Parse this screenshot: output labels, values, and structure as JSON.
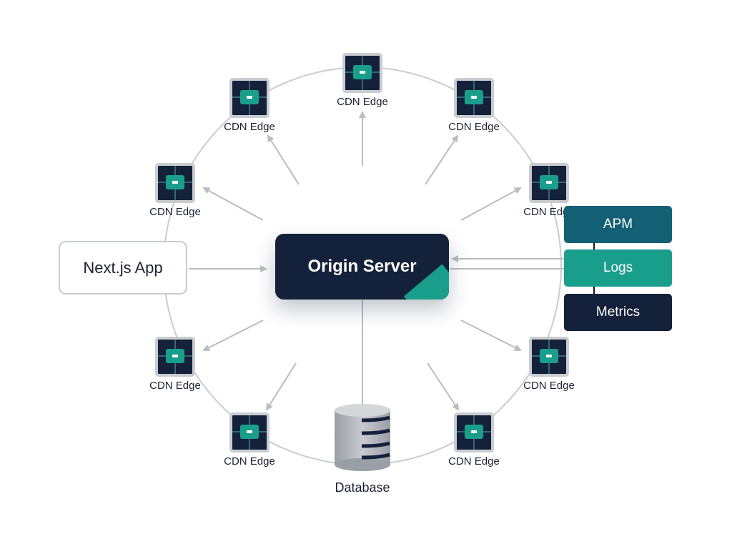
{
  "origin": {
    "label": "Origin Server"
  },
  "client": {
    "label": "Next.js App"
  },
  "database": {
    "label": "Database"
  },
  "monitoring": [
    {
      "key": "apm",
      "label": "APM",
      "color": "#136074"
    },
    {
      "key": "logs",
      "label": "Logs",
      "color": "#1a9e8c"
    },
    {
      "key": "metrics",
      "label": "Metrics",
      "color": "#14213a"
    }
  ],
  "edges": [
    {
      "label": "CDN Edge",
      "position": "top"
    },
    {
      "label": "CDN Edge",
      "position": "top-right"
    },
    {
      "label": "CDN Edge",
      "position": "right-upper"
    },
    {
      "label": "CDN Edge",
      "position": "right-lower"
    },
    {
      "label": "CDN Edge",
      "position": "bottom-right"
    },
    {
      "label": "CDN Edge",
      "position": "bottom-left"
    },
    {
      "label": "CDN Edge",
      "position": "left-lower"
    },
    {
      "label": "CDN Edge",
      "position": "left-upper"
    },
    {
      "label": "CDN Edge",
      "position": "top-left"
    }
  ],
  "colors": {
    "navy": "#14213a",
    "teal": "#1a9e8c",
    "petrol": "#136074",
    "arrow": "#b9bcc2",
    "ring": "#c9ccd1"
  }
}
